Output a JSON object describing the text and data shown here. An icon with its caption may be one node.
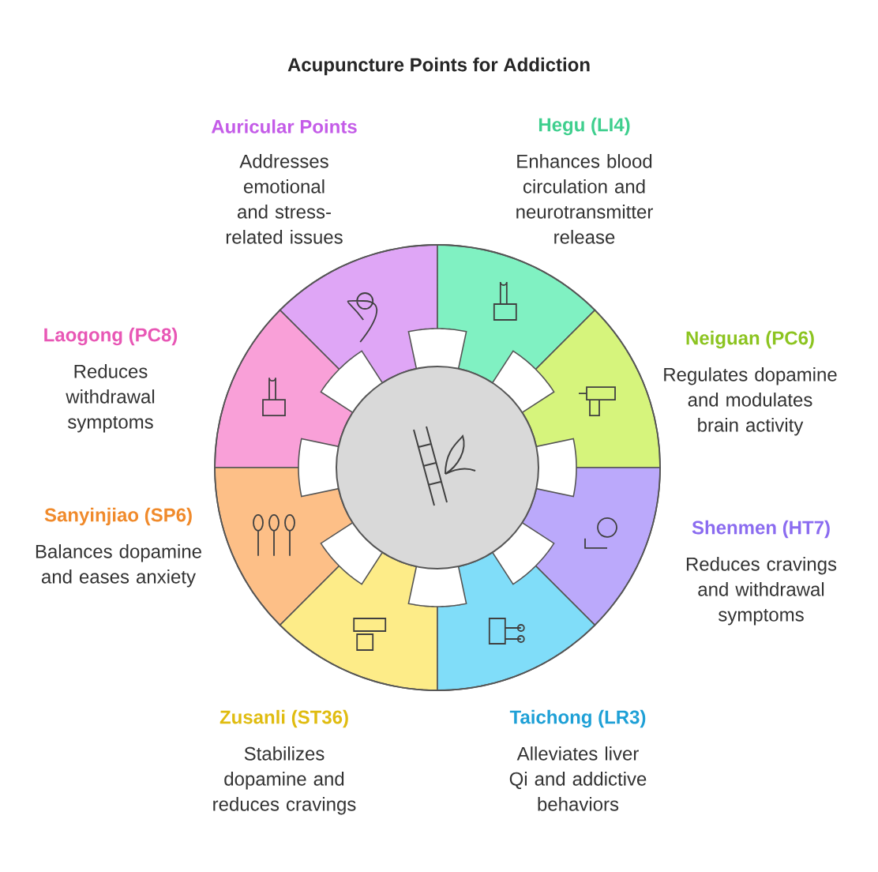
{
  "diagram": {
    "title": "Acupuncture Points for Addiction",
    "nodes": [
      {
        "text": [
          "Auricular Points",
          "Addresses emotional and stress-related issues"
        ]
      },
      {
        "text": [
          "Hegu (LI4)",
          "Enhances blood circulation and neurotransmitter release"
        ]
      },
      {
        "text": [
          "Laogong (PC8)",
          "Reduces withdrawal symptoms"
        ]
      },
      {
        "text": [
          "Neiguan (PC6)",
          "Regulates dopamine and modulates brain activity"
        ]
      },
      {
        "text": [
          "Sanyinjiao (SP6)",
          "Balances dopamine and eases anxiety"
        ]
      },
      {
        "text": [
          "Shenmen (HT7)",
          "Reduces cravings and withdrawal symptoms"
        ]
      },
      {
        "text": [
          "Zusanli (ST36)",
          "Stabilizes dopamine and reduces cravings"
        ]
      },
      {
        "text": [
          "Taichong (LR3)",
          "Alleviates liver Qi and addictive behaviors"
        ]
      }
    ]
  }
}
